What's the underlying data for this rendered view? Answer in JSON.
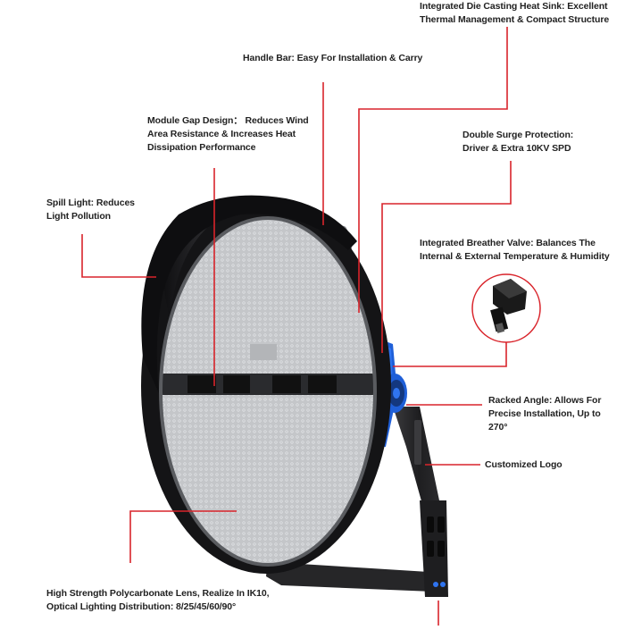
{
  "theme": {
    "leader_color": "#d9242b",
    "housing_color": "#1c1c1e",
    "accent_blue": "#1f5fd8",
    "text_color": "#222222"
  },
  "callouts": {
    "heat_sink": [
      "Integrated Die Casting Heat Sink: Excellent",
      "Thermal Management & Compact Structure"
    ],
    "handle_bar": [
      "Handle Bar: Easy For Installation & Carry"
    ],
    "module_gap": [
      "Module Gap Design： Reduces Wind",
      "Area Resistance & Increases Heat",
      "Dissipation Performance"
    ],
    "surge_protection": [
      "Double Surge Protection:",
      "Driver & Extra 10KV SPD"
    ],
    "spill_light": [
      "Spill Light: Reduces",
      "Light Pollution"
    ],
    "breather_valve": [
      "Integrated Breather Valve: Balances The",
      "Internal & External Temperature & Humidity"
    ],
    "racked_angle": [
      "Racked Angle: Allows For",
      "Precise Installation, Up to",
      "270°"
    ],
    "customized_logo": [
      "Customized Logo"
    ],
    "lens": [
      "High Strength Polycarbonate Lens, Realize In IK10,",
      "Optical Lighting Distribution: 8/25/45/60/90°"
    ]
  }
}
